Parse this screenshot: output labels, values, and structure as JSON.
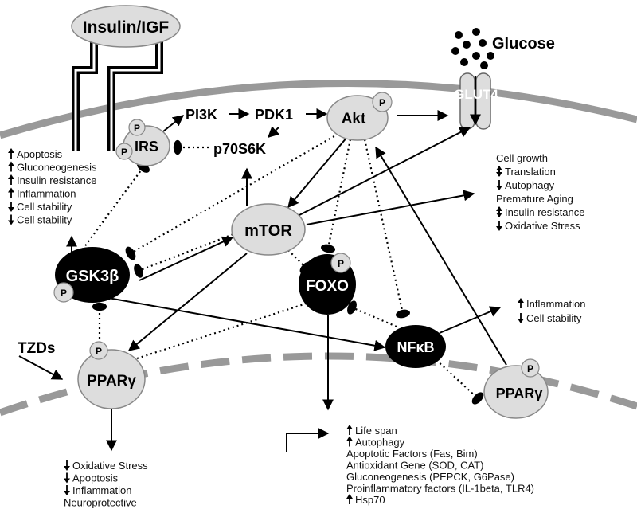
{
  "nodes": {
    "insulin_igf": "Insulin/IGF",
    "glucose": "Glucose",
    "glut4": "GLUT4",
    "irs": "IRS",
    "pi3k": "PI3K",
    "pdk1": "PDK1",
    "akt": "Akt",
    "p70s6k": "p70S6K",
    "mtor": "mTOR",
    "gsk3b": "GSK3β",
    "foxo": "FOXO",
    "nfkb": "NFκB",
    "ppar_left": "PPARγ",
    "ppar_right": "PPARγ",
    "tzds": "TZDs",
    "phospho": "P"
  },
  "gsk3b_effects": [
    {
      "arrow": "up",
      "text": "Apoptosis"
    },
    {
      "arrow": "up",
      "text": "Gluconeogenesis"
    },
    {
      "arrow": "up",
      "text": "Insulin resistance"
    },
    {
      "arrow": "up",
      "text": "Inflammation"
    },
    {
      "arrow": "down",
      "text": "Cell stability"
    },
    {
      "arrow": "down",
      "text": "Cell stability"
    }
  ],
  "mtor_effects": [
    {
      "arrow": "",
      "text": "Cell growth"
    },
    {
      "arrow": "updown",
      "text": "Translation"
    },
    {
      "arrow": "down",
      "text": "Autophagy"
    },
    {
      "arrow": "",
      "text": "Premature Aging"
    },
    {
      "arrow": "updown",
      "text": "Insulin resistance"
    },
    {
      "arrow": "down",
      "text": "Oxidative Stress"
    }
  ],
  "nfkb_effects": [
    {
      "arrow": "up",
      "text": "Inflammation"
    },
    {
      "arrow": "down",
      "text": "Cell stability"
    }
  ],
  "ppar_effects": [
    {
      "arrow": "down",
      "text": "Oxidative Stress"
    },
    {
      "arrow": "down",
      "text": "Apoptosis"
    },
    {
      "arrow": "down",
      "text": "Inflammation"
    },
    {
      "arrow": "",
      "text": "Neuroprotective"
    }
  ],
  "foxo_effects": [
    {
      "arrow": "up",
      "text": "Life span"
    },
    {
      "arrow": "up",
      "text": "Autophagy"
    },
    {
      "arrow": "",
      "text": "Apoptotic Factors (Fas, Bim)"
    },
    {
      "arrow": "",
      "text": "Antioxidant Gene (SOD, CAT)"
    },
    {
      "arrow": "",
      "text": "Gluconeogenesis (PEPCK, G6Pase)"
    },
    {
      "arrow": "",
      "text": "Proinflammatory factors (IL-1beta, TLR4)"
    },
    {
      "arrow": "up",
      "text": "Hsp70"
    }
  ]
}
